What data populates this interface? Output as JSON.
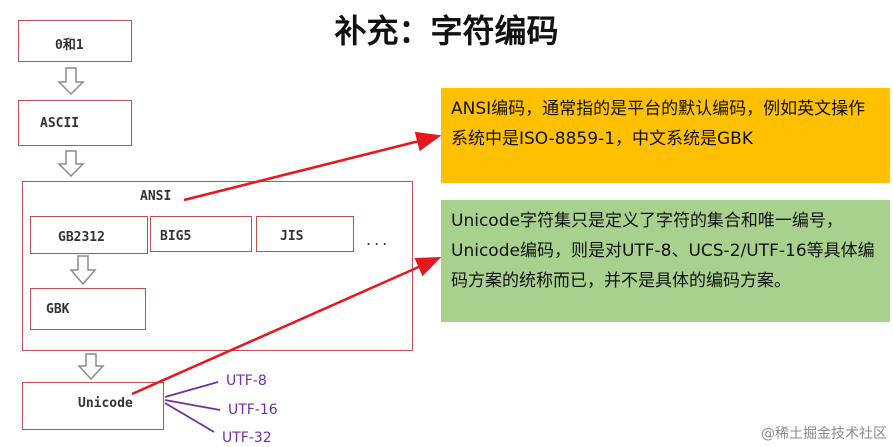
{
  "title": "补充：字符编码",
  "boxes": {
    "binary": "0和1",
    "ascii": "ASCII",
    "ansi": "ANSI",
    "gb2312": "GB2312",
    "big5": "BIG5",
    "jis": "JIS",
    "ellipsis": "...",
    "gbk": "GBK",
    "unicode": "Unicode"
  },
  "utf_labels": [
    "UTF-8",
    "UTF-16",
    "UTF-32"
  ],
  "callouts": {
    "ansi_note": "ANSI编码，通常指的是平台的默认编码，例如英文操作系统中是ISO-8859-1，中文系统是GBK",
    "unicode_note": "Unicode字符集只是定义了字符的集合和唯一编号，Unicode编码，则是对UTF-8、UCS-2/UTF-16等具体编码方案的统称而已，并不是具体的编码方案。"
  },
  "colors": {
    "box_border": "#c0504d",
    "ansi_callout_bg": "#ffc000",
    "unicode_callout_bg": "#a9d18e",
    "arrow_red": "#e8161f",
    "utf_lines": "#7030a0"
  },
  "watermark": "@稀土掘金技术社区"
}
